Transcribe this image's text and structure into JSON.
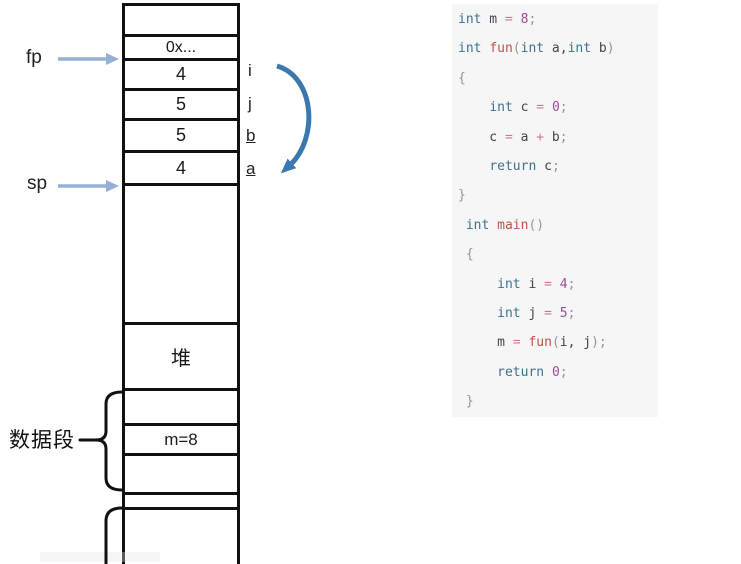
{
  "colors": {
    "stack_line": "#111111",
    "pointer_arrow": "#94b0d4",
    "curve_arrow": "#3c78ae",
    "code_arrow": "#5b9bd5",
    "code_bg": "#f6f6f6",
    "kw": "#3d7190",
    "fn": "#c0504d",
    "num": "#9c4a9b",
    "op": "#c9798f",
    "pl": "#3c4650",
    "pu": "#8d969e"
  },
  "diagram": {
    "pointers": [
      {
        "label": "fp"
      },
      {
        "label": "sp"
      }
    ],
    "stack": {
      "cells": [
        {
          "name": "empty-top",
          "value": ""
        },
        {
          "name": "return-address",
          "value": "0x..."
        },
        {
          "name": "var-i",
          "value": "4"
        },
        {
          "name": "var-j",
          "value": "5"
        },
        {
          "name": "param-b",
          "value": "5"
        },
        {
          "name": "param-a",
          "value": "4"
        },
        {
          "name": "free-stack",
          "value": ""
        },
        {
          "name": "heap",
          "value": "堆"
        },
        {
          "name": "data-seg-1",
          "value": ""
        },
        {
          "name": "global-m",
          "value": "m=8"
        },
        {
          "name": "data-seg-2",
          "value": ""
        },
        {
          "name": "gap",
          "value": ""
        },
        {
          "name": "code-seg",
          "value": ""
        }
      ]
    },
    "var_labels": [
      {
        "label": "i"
      },
      {
        "label": "j"
      },
      {
        "label": "b",
        "underline": true
      },
      {
        "label": "a",
        "underline": true
      }
    ],
    "data_segment_label": "数据段"
  },
  "code": {
    "lines": [
      [
        [
          "kw",
          "int"
        ],
        [
          "pl",
          " m "
        ],
        [
          "op",
          "="
        ],
        [
          "pl",
          " "
        ],
        [
          "num",
          "8"
        ],
        [
          "pu",
          ";"
        ]
      ],
      [
        [
          "kw",
          "int"
        ],
        [
          "pl",
          " "
        ],
        [
          "fn",
          "fun"
        ],
        [
          "pu",
          "("
        ],
        [
          "kw",
          "int"
        ],
        [
          "pl",
          " a"
        ],
        [
          "pl",
          ","
        ],
        [
          "kw",
          "int"
        ],
        [
          "pl",
          " b"
        ],
        [
          "pu",
          ")"
        ]
      ],
      [
        [
          "pu",
          "{"
        ]
      ],
      [
        [
          "pl",
          "    "
        ],
        [
          "kw",
          "int"
        ],
        [
          "pl",
          " c "
        ],
        [
          "op",
          "="
        ],
        [
          "pl",
          " "
        ],
        [
          "num",
          "0"
        ],
        [
          "pu",
          ";"
        ]
      ],
      [
        [
          "pl",
          "    c "
        ],
        [
          "op",
          "="
        ],
        [
          "pl",
          " a "
        ],
        [
          "op",
          "+"
        ],
        [
          "pl",
          " b"
        ],
        [
          "pu",
          ";"
        ]
      ],
      [
        [
          "pl",
          "    "
        ],
        [
          "kw",
          "return"
        ],
        [
          "pl",
          " c"
        ],
        [
          "pu",
          ";"
        ]
      ],
      [
        [
          "pu",
          "}"
        ]
      ],
      [
        [
          "pl",
          " "
        ],
        [
          "kw",
          "int"
        ],
        [
          "pl",
          " "
        ],
        [
          "fn",
          "main"
        ],
        [
          "pu",
          "()"
        ]
      ],
      [
        [
          "pl",
          " "
        ],
        [
          "pu",
          "{"
        ]
      ],
      [
        [
          "pl",
          "     "
        ],
        [
          "kw",
          "int"
        ],
        [
          "pl",
          " i "
        ],
        [
          "op",
          "="
        ],
        [
          "pl",
          " "
        ],
        [
          "num",
          "4"
        ],
        [
          "pu",
          ";"
        ]
      ],
      [
        [
          "pl",
          "     "
        ],
        [
          "kw",
          "int"
        ],
        [
          "pl",
          " j "
        ],
        [
          "op",
          "="
        ],
        [
          "pl",
          " "
        ],
        [
          "num",
          "5"
        ],
        [
          "pu",
          ";"
        ]
      ],
      [
        [
          "pl",
          "     m "
        ],
        [
          "op",
          "="
        ],
        [
          "pl",
          " "
        ],
        [
          "fn",
          "fun"
        ],
        [
          "pu",
          "("
        ],
        [
          "pl",
          "i"
        ],
        [
          "pl",
          ","
        ],
        [
          "pl",
          " j"
        ],
        [
          "pu",
          ")"
        ],
        [
          "pu",
          ";"
        ]
      ],
      [
        [
          "pl",
          "     "
        ],
        [
          "kw",
          "return"
        ],
        [
          "pl",
          " "
        ],
        [
          "num",
          "0"
        ],
        [
          "pu",
          ";"
        ]
      ],
      [
        [
          "pl",
          " "
        ],
        [
          "pu",
          "}"
        ]
      ]
    ]
  }
}
